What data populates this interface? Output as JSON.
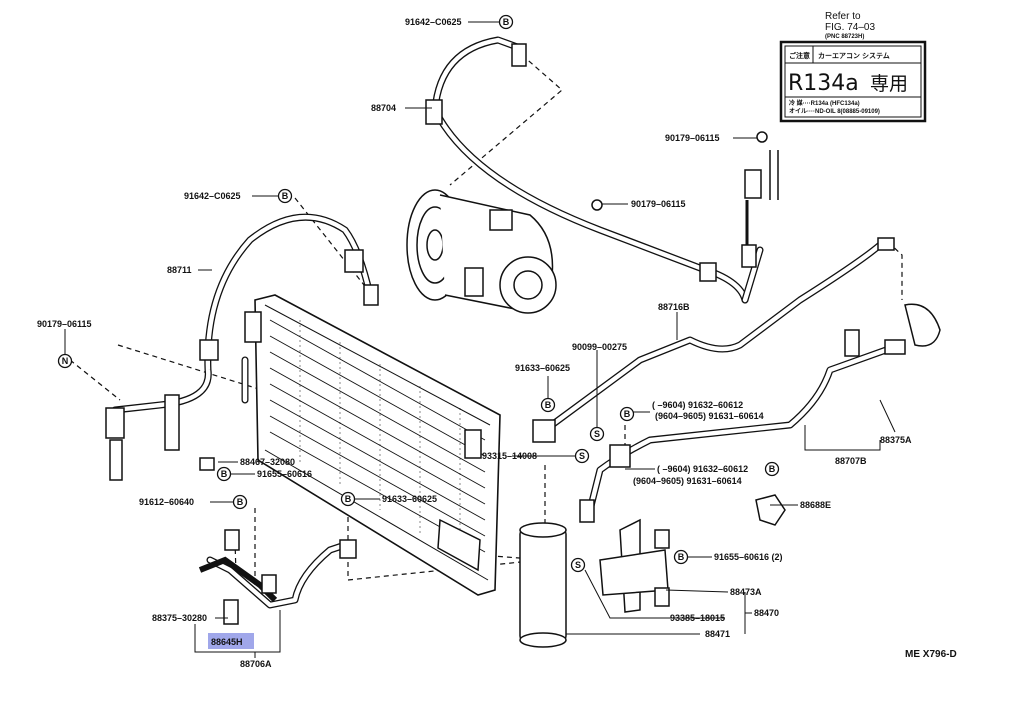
{
  "diagram": {
    "reference": {
      "line1": "Refer to",
      "line2": "FIG. 74–03",
      "line3": "(PNC 88723H)"
    },
    "sticker": {
      "header_left": "ご注意",
      "header_right": "カーエアコン システム",
      "main_left": "R134a",
      "main_right": "専用",
      "row1": "冷 媒····R134a (HFC134a)",
      "row2": "オイル····ND-OIL 8(08885-09109)"
    },
    "drawing_code": "ME X796-D",
    "labels": {
      "l01": "91642–C0625",
      "l02": "88704",
      "l03": "90179–06115",
      "l04": "90179–06115",
      "l05": "91642–C0625",
      "l06": "88711",
      "l07": "90179–06115",
      "l08": "88716B",
      "l09": "90099–00275",
      "l10": "91633–60625",
      "l11": "(   –9604) 91632–60612",
      "l12": "(9604–9605) 91631–60614",
      "l13": "88375A",
      "l14": "88707B",
      "l15": "88467–32080",
      "l16": "91655–60616",
      "l17": "93315–14008",
      "l18": "(   –9604) 91632–60612",
      "l19": "(9604–9605) 91631–60614",
      "l20": "91612–60640",
      "l21": "91633–60625",
      "l22": "88688E",
      "l23": "91655–60616 (2)",
      "l24": "88473A",
      "l25": "88470",
      "l26": "93385–18015",
      "l27": "88471",
      "l28": "88375–30280",
      "l29": "88645H",
      "l30": "88706A"
    },
    "symbols": {
      "b": "B",
      "s": "S",
      "n": "N"
    },
    "colors": {
      "highlight": "#8f98e6",
      "ink": "#111111"
    }
  }
}
